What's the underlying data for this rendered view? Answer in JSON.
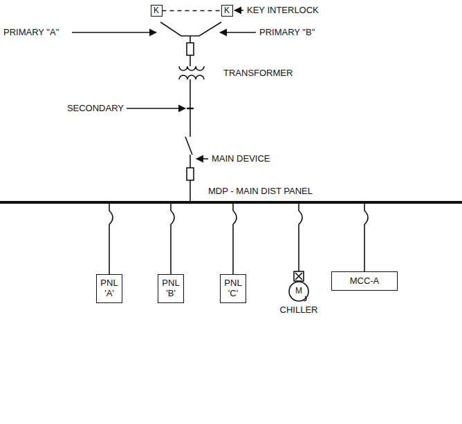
{
  "diagram": {
    "nodes": [
      {
        "text": [
          "K"
        ]
      },
      {
        "text": [
          "K"
        ]
      },
      {
        "text": [
          "PNL 'A'"
        ]
      },
      {
        "text": [
          "PNL 'B'"
        ]
      },
      {
        "text": [
          "PNL 'C'"
        ]
      },
      {
        "text": [
          "M"
        ]
      },
      {
        "text": [
          "MCC-A"
        ]
      }
    ],
    "edges": [
      {
        "from": 0,
        "to": 1,
        "arrow": "none"
      }
    ],
    "labels": [
      "KEY INTERLOCK",
      "PRIMARY \"A\"",
      "PRIMARY \"B\"",
      "TRANSFORMER",
      "SECONDARY",
      "MAIN DEVICE",
      "MDP - MAIN DIST PANEL",
      "CHILLER"
    ]
  }
}
